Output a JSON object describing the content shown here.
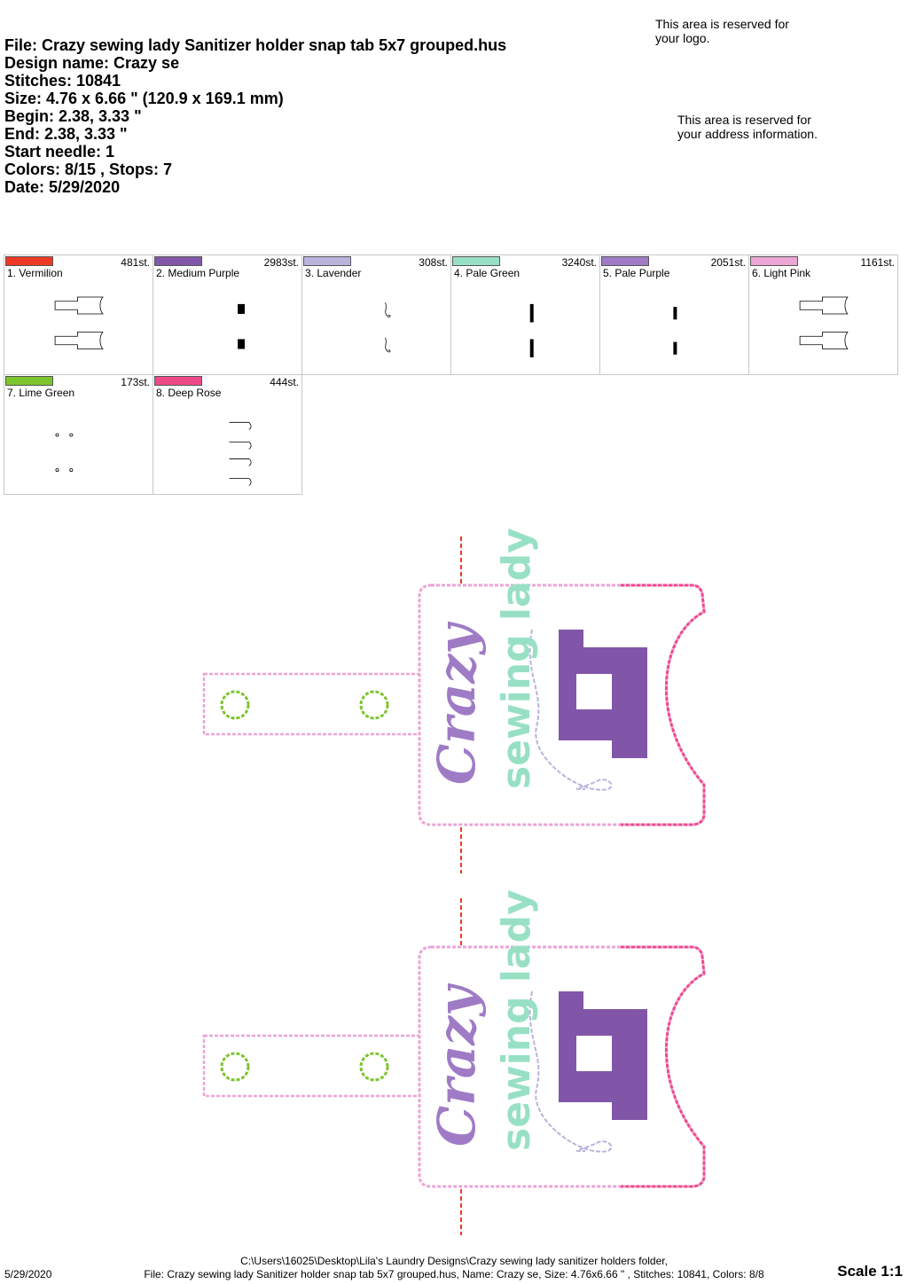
{
  "header": {
    "file": "File: Crazy sewing lady Sanitizer holder snap tab 5x7 grouped.hus",
    "design_name": "Design name: Crazy se",
    "stitches": "Stitches: 10841",
    "size": "Size: 4.76 x 6.66 \" (120.9 x 169.1 mm)",
    "begin": "Begin: 2.38, 3.33 \"",
    "end": "End: 2.38, 3.33 \"",
    "start_needle": "Start needle: 1",
    "colors": "Colors: 8/15 , Stops: 7",
    "date": "Date: 5/29/2020"
  },
  "reserved": {
    "logo": "This area is reserved for your logo.",
    "address": "This area is reserved for your address information."
  },
  "colors": [
    {
      "name": "1. Vermilion",
      "stitches": "481st.",
      "hex": "#ee3a24",
      "thumb": "outline"
    },
    {
      "name": "2. Medium Purple",
      "stitches": "2983st.",
      "hex": "#8156a8",
      "thumb": "machine"
    },
    {
      "name": "3. Lavender",
      "stitches": "308st.",
      "hex": "#b9b4dc",
      "thumb": "thread"
    },
    {
      "name": "4. Pale Green",
      "stitches": "3240st.",
      "hex": "#98e0c4",
      "thumb": "text"
    },
    {
      "name": "5. Pale Purple",
      "stitches": "2051st.",
      "hex": "#9f7bc6",
      "thumb": "crazy"
    },
    {
      "name": "6. Light Pink",
      "stitches": "1161st.",
      "hex": "#eda4d6",
      "thumb": "outline"
    },
    {
      "name": "7. Lime Green",
      "stitches": "173st.",
      "hex": "#7cc42e",
      "thumb": "snaps"
    },
    {
      "name": "8. Deep Rose",
      "stitches": "444st.",
      "hex": "#ee4a8a",
      "thumb": "edges"
    }
  ],
  "design_preview": {
    "word_crazy": "Crazy",
    "word_sewing_lady": "sewing lady"
  },
  "footer": {
    "date": "5/29/2020",
    "path": "C:\\Users\\16025\\Desktop\\Lila's Laundry Designs\\Crazy sewing lady sanitizer holders folder,",
    "summary": "File: Crazy sewing lady Sanitizer holder snap tab 5x7 grouped.hus, Name: Crazy se, Size: 4.76x6.66 \" , Stitches: 10841, Colors: 8/8",
    "scale": "Scale 1:1"
  }
}
